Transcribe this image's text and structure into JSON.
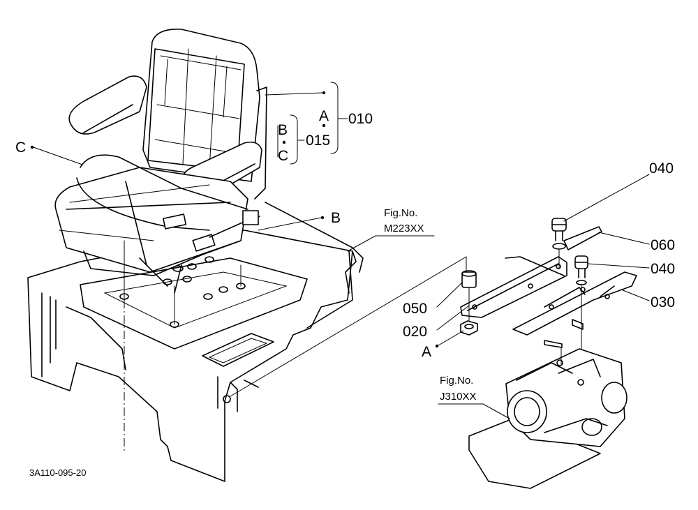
{
  "labels": {
    "c_left": "C",
    "a_seat": "A",
    "b_top": "B",
    "c_bottom": "C",
    "b_belt": "B",
    "a_bottom": "A",
    "p010": "010",
    "p015": "015",
    "p040_top": "040",
    "p060": "060",
    "p040_mid": "040",
    "p030": "030",
    "p050": "050",
    "p020": "020"
  },
  "figures": {
    "m_fig_label": "Fig.No.",
    "m_fig_code": "M223XX",
    "j_fig_label": "Fig.No.",
    "j_fig_code": "J310XX"
  },
  "diagram_code": "3A110-095-20"
}
